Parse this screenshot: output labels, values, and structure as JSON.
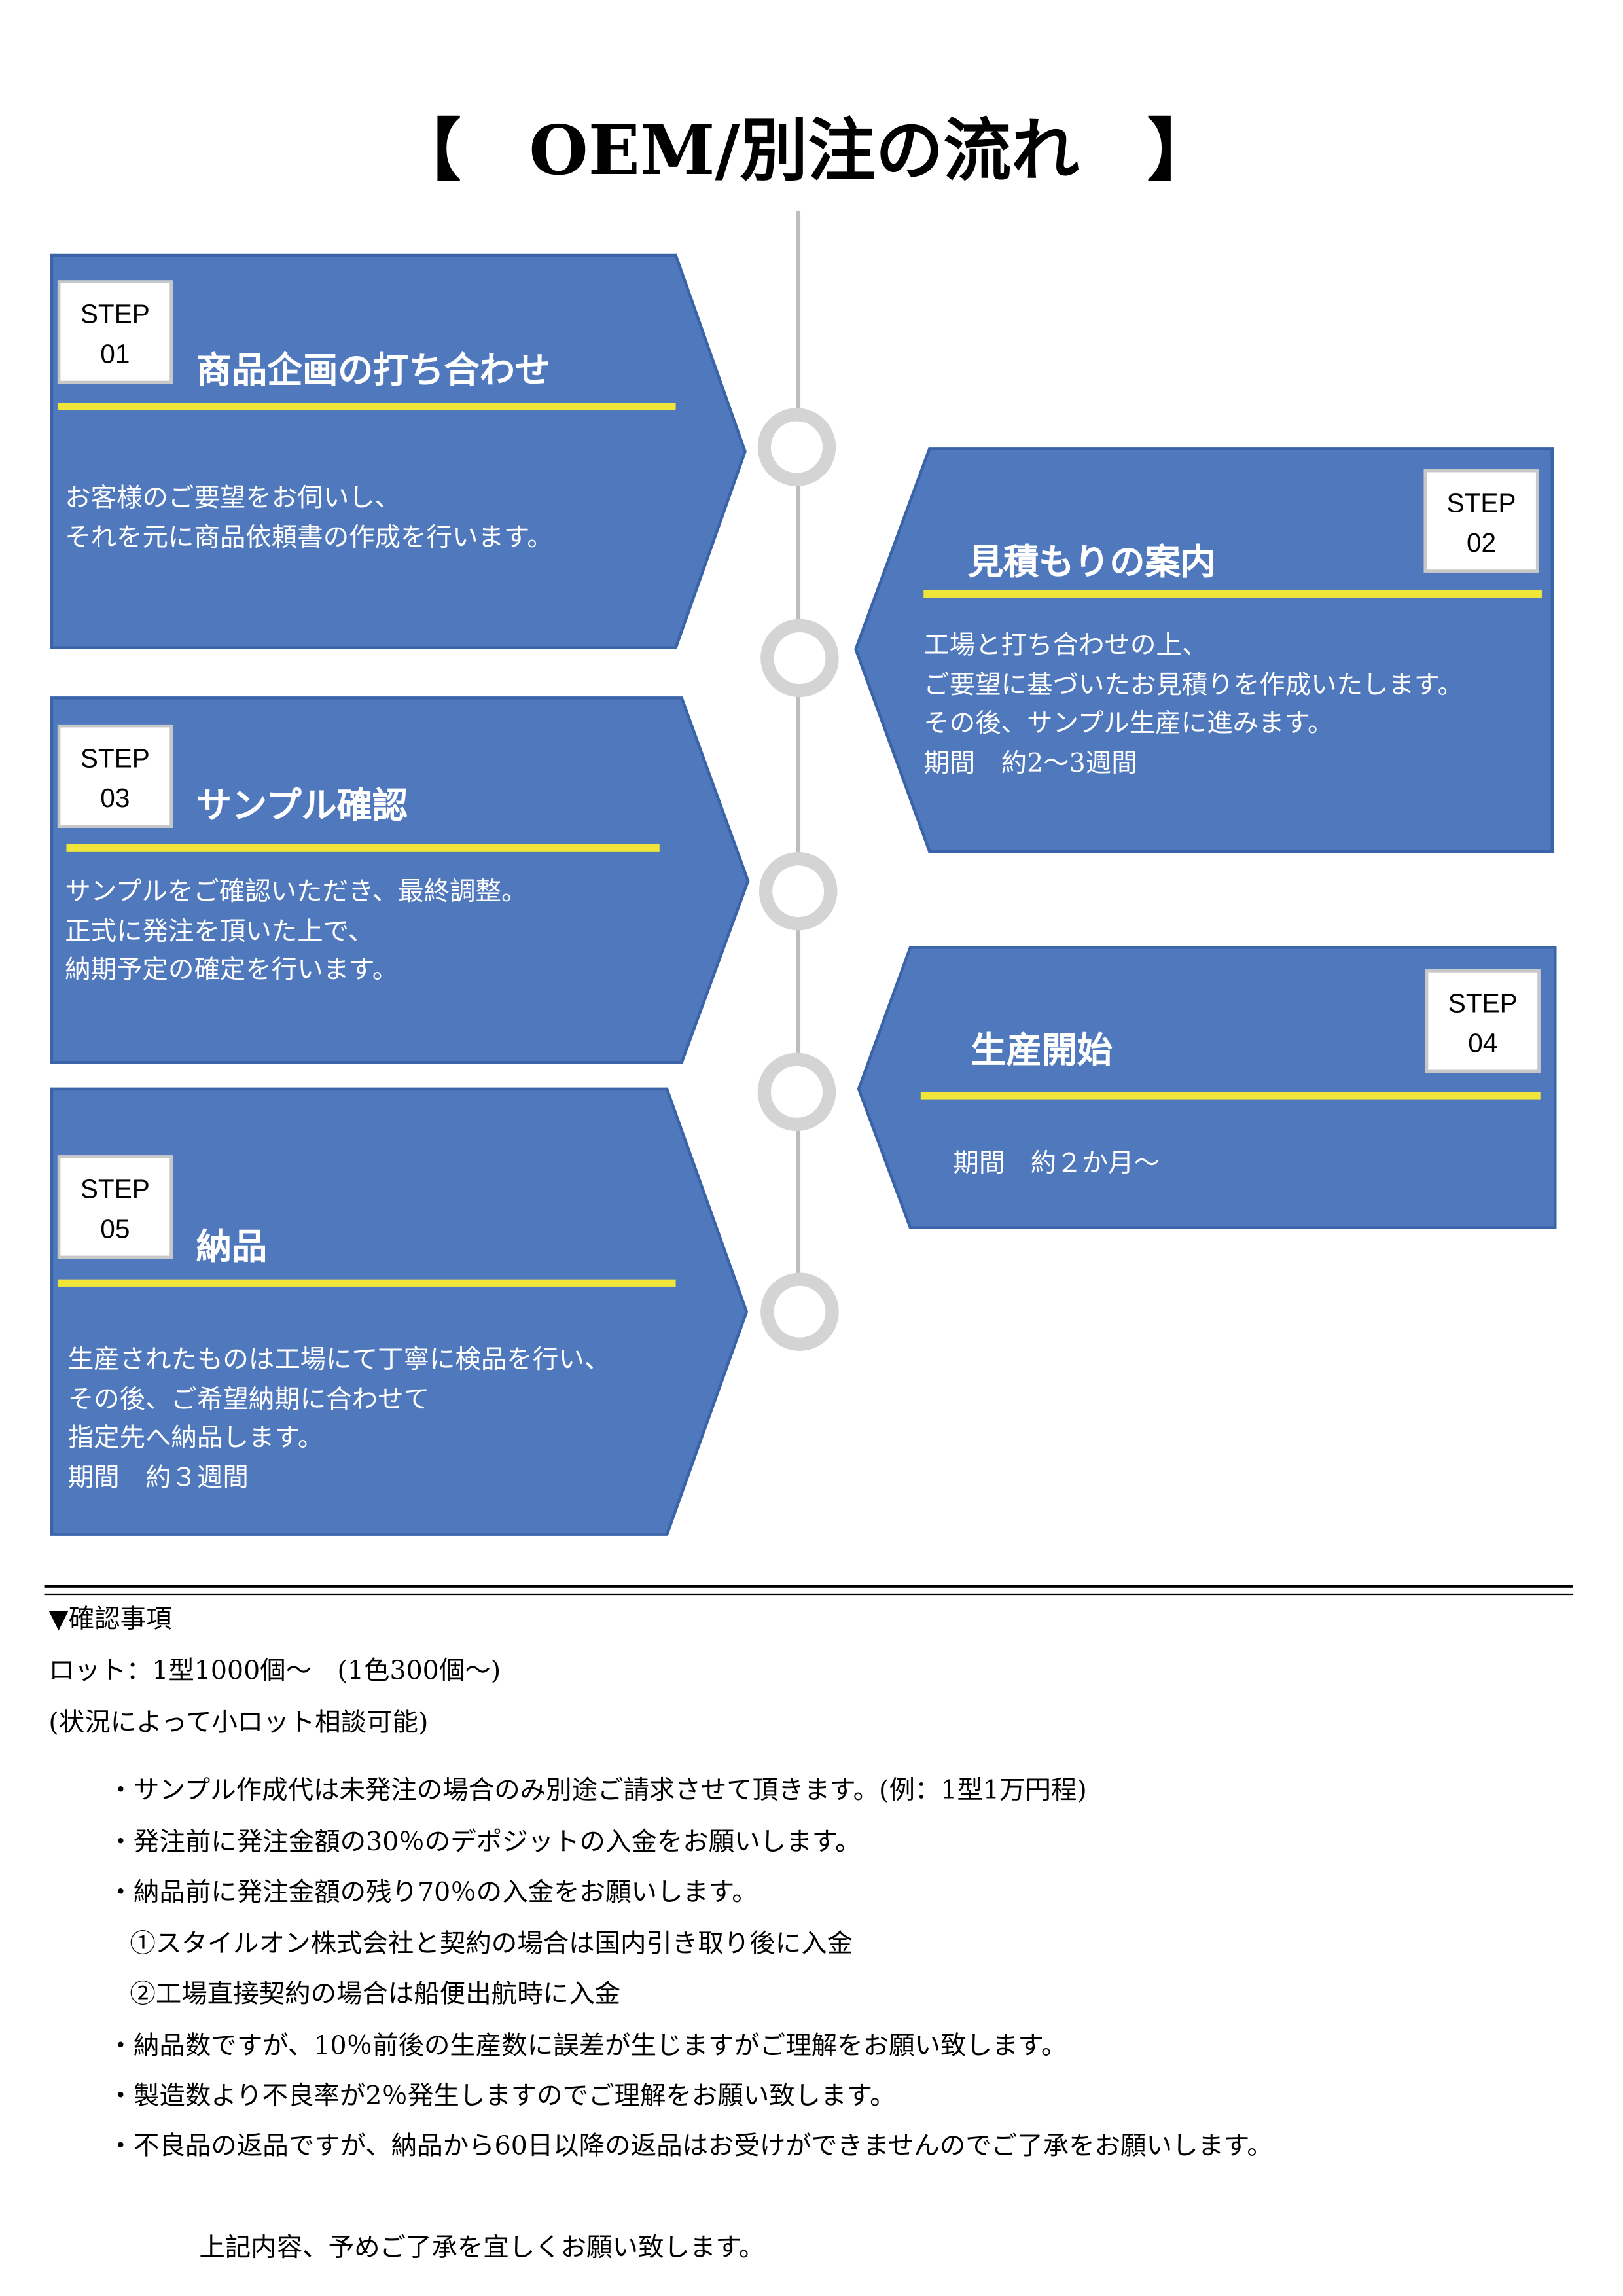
{
  "title": "【　OEM/別注の流れ　】",
  "colors": {
    "panel": "#5078bd",
    "panel_border": "#3a63a8",
    "accent_line": "#f0e63a",
    "timeline": "#bdbdbd",
    "node": "#d4d4d4"
  },
  "steps": [
    {
      "label": "STEP",
      "num": "01",
      "title": "商品企画の打ち合わせ",
      "lines": [
        "お客様のご要望をお伺いし、",
        "それを元に商品依頼書の作成を行います。"
      ]
    },
    {
      "label": "STEP",
      "num": "02",
      "title": "見積もりの案内",
      "lines": [
        "工場と打ち合わせの上、",
        "ご要望に基づいたお見積りを作成いたします。",
        "その後、サンプル生産に進みます。",
        "期間　約2～3週間"
      ]
    },
    {
      "label": "STEP",
      "num": "03",
      "title": "サンプル確認",
      "lines": [
        "サンプルをご確認いただき、最終調整。",
        "正式に発注を頂いた上で、",
        "納期予定の確定を行います。"
      ]
    },
    {
      "label": "STEP",
      "num": "04",
      "title": "生産開始",
      "lines": [
        "期間　約２か月～"
      ]
    },
    {
      "label": "STEP",
      "num": "05",
      "title": "納品",
      "lines": [
        "生産されたものは工場にて丁寧に検品を行い、",
        "その後、ご希望納期に合わせて",
        "指定先へ納品します。",
        "期間　約３週間"
      ]
    }
  ],
  "notes": {
    "heading": "▼確認事項",
    "lot": "ロット：1型1000個～　(1色300個～)",
    "lot_note": "(状況によって小ロット相談可能)",
    "items": [
      "・サンプル作成代は未発注の場合のみ別途ご請求させて頂きます。(例：1型1万円程)",
      "・発注前に発注金額の30％のデポジットの入金をお願いします。",
      "・納品前に発注金額の残り70％の入金をお願いします。",
      "①スタイルオン株式会社と契約の場合は国内引き取り後に入金",
      "②工場直接契約の場合は船便出航時に入金",
      "・納品数ですが、10％前後の生産数に誤差が生じますがご理解をお願い致します。",
      "・製造数より不良率が2％発生しますのでご理解をお願い致します。",
      "・不良品の返品ですが、納品から60日以降の返品はお受けができませんのでご了承をお願いします。"
    ],
    "closing": "上記内容、予めご了承を宜しくお願い致します。"
  }
}
